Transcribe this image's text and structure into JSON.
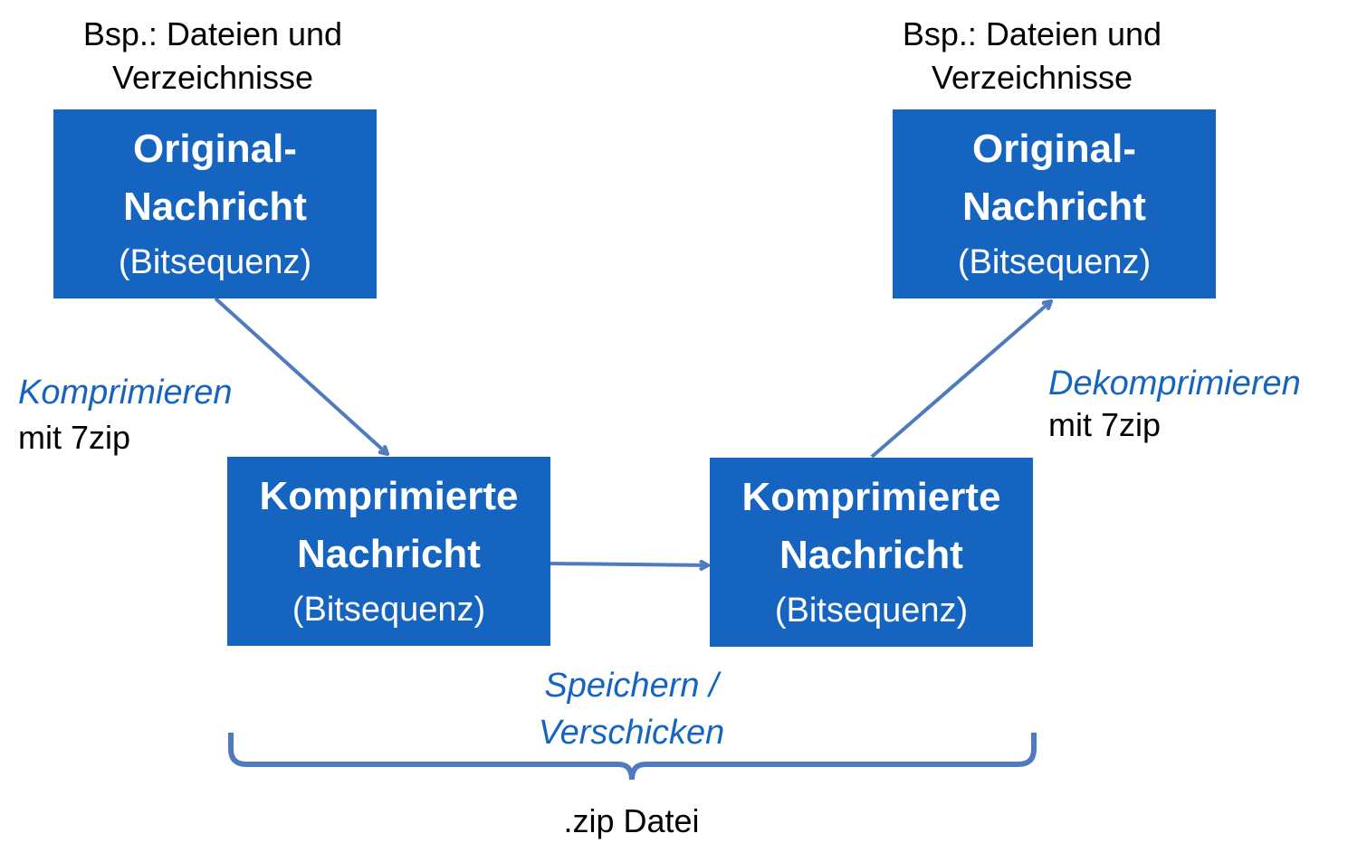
{
  "example_left": {
    "line1": "Bsp.: Dateien und",
    "line2": "Verzeichnisse"
  },
  "example_right": {
    "line1": "Bsp.: Dateien und",
    "line2": "Verzeichnisse"
  },
  "box_original_left": {
    "line1": "Original-",
    "line2": "Nachricht",
    "line3": "(Bitsequenz)"
  },
  "box_original_right": {
    "line1": "Original-",
    "line2": "Nachricht",
    "line3": "(Bitsequenz)"
  },
  "box_compressed_left": {
    "line1": "Komprimierte",
    "line2": "Nachricht",
    "line3": "(Bitsequenz)"
  },
  "box_compressed_right": {
    "line1": "Komprimierte",
    "line2": "Nachricht",
    "line3": "(Bitsequenz)"
  },
  "compress": {
    "action": "Komprimieren",
    "tool": "mit 7zip"
  },
  "decompress": {
    "action": "Dekomprimieren",
    "tool": "mit 7zip"
  },
  "transfer": {
    "line1": "Speichern /",
    "line2": "Verschicken"
  },
  "brace_label": ".zip Datei",
  "colors": {
    "box": "#1565C0",
    "arrow": "#4F7BBE",
    "action_text": "#1565C0"
  }
}
